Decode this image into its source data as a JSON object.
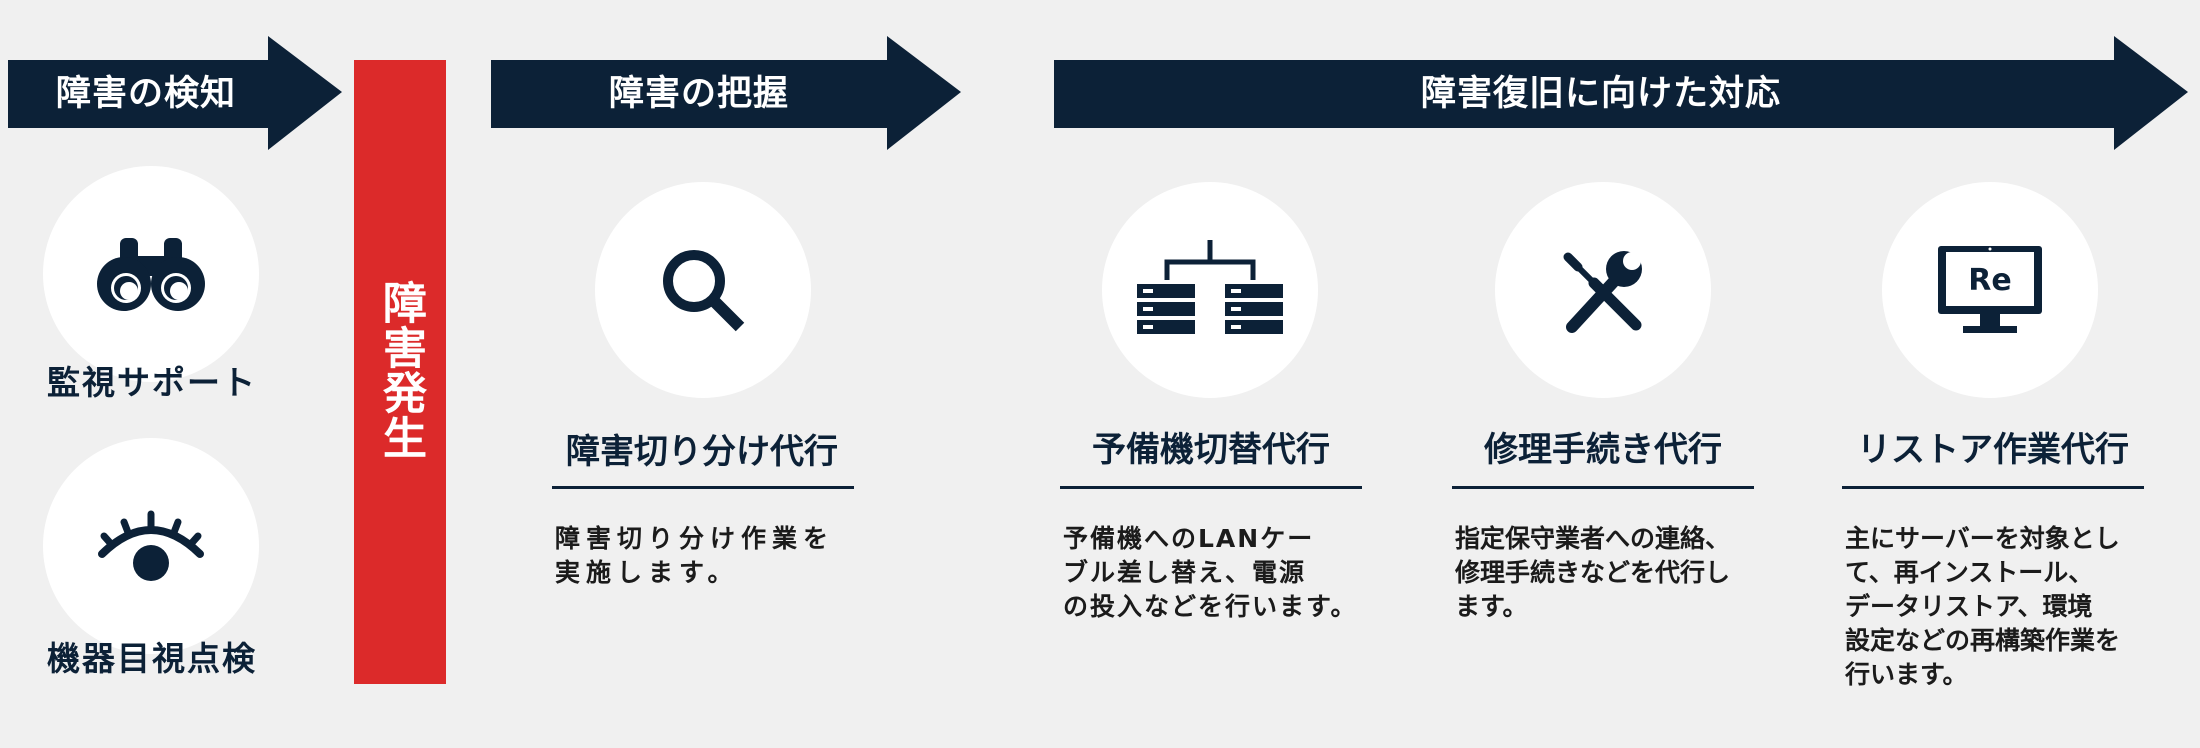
{
  "arrows": {
    "detect": "障害の検知",
    "grasp": "障害の把握",
    "recovery": "障害復旧に向けた対応"
  },
  "detect_items": [
    {
      "label": "監視サポート",
      "icon": "binoculars-icon"
    },
    {
      "label": "機器目視点検",
      "icon": "eye-icon"
    }
  ],
  "incident_bar": "障害発生",
  "services": [
    {
      "icon": "magnifier-icon",
      "title": "障害切り分け代行",
      "desc": "障害切り分け作業を\n実施します。"
    },
    {
      "icon": "network-servers-icon",
      "title": "予備機切替代行",
      "desc": "予備機へのLANケー\nブル差し替え、電源\nの投入などを行います。"
    },
    {
      "icon": "wrench-screwdriver-icon",
      "title": "修理手続き代行",
      "desc": "指定保守業者への連絡、\n修理手続きなどを代行し\nます。"
    },
    {
      "icon": "monitor-re-icon",
      "title": "リストア作業代行",
      "desc": "主にサーバーを対象とし\nて、再インストール、\nデータリストア、環境\n設定などの再構築作業を\n行います。",
      "monitor_text": "Re"
    }
  ],
  "colors": {
    "navy": "#0c2137",
    "red": "#dc2a2a",
    "background": "#f0f0f0"
  }
}
